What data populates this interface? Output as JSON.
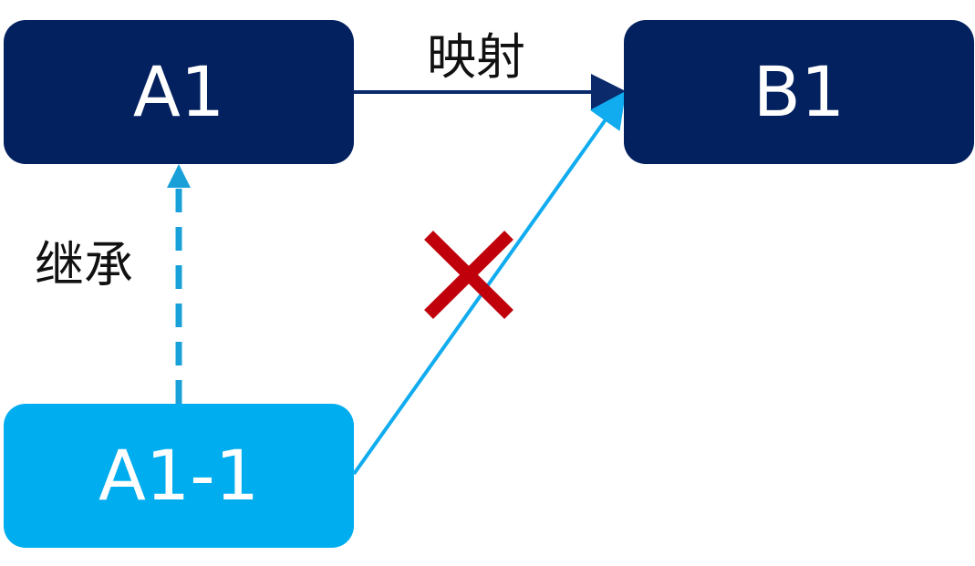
{
  "diagram": {
    "nodes": {
      "a1": {
        "label": "A1",
        "color": "#03215F"
      },
      "b1": {
        "label": "B1",
        "color": "#03215F"
      },
      "a1_1": {
        "label": "A1-1",
        "color": "#00ADEF"
      }
    },
    "edges": {
      "mapping": {
        "from": "A1",
        "to": "B1",
        "label": "映射",
        "color": "#0B2A6B",
        "style": "solid"
      },
      "inherit": {
        "from": "A1-1",
        "to": "A1",
        "label": "继承",
        "color": "#1AA0D8",
        "style": "dashed"
      },
      "invalid_mapping": {
        "from": "A1-1",
        "to": "B1",
        "label": "",
        "color": "#11ACEF",
        "style": "solid",
        "marker": "cross-icon",
        "marker_color": "#C0000B"
      }
    }
  }
}
